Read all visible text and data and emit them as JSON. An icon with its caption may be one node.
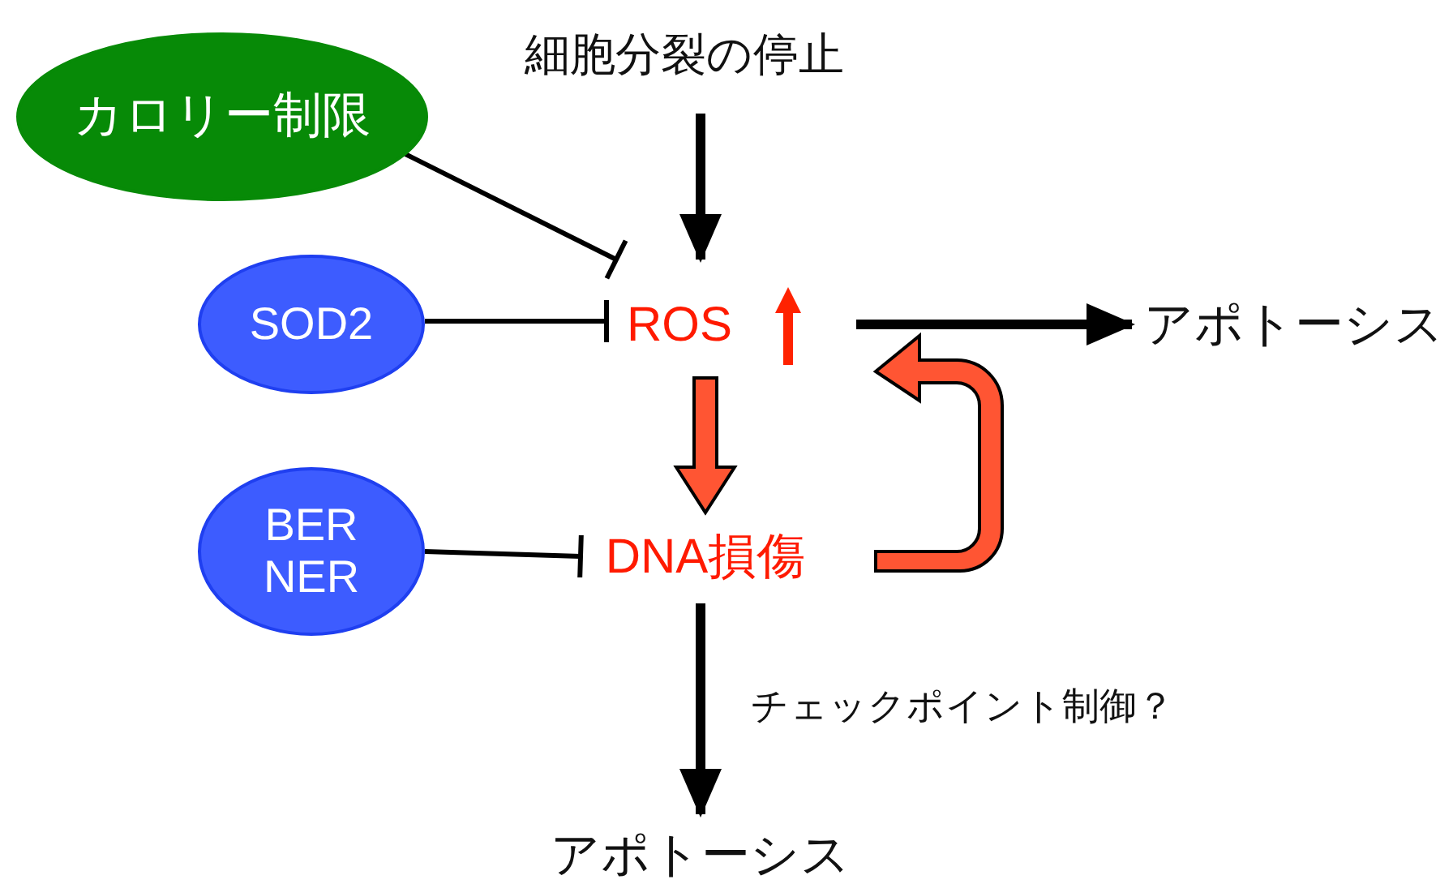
{
  "diagram": {
    "nodes": [
      {
        "text": [
          "カロリー制限"
        ]
      },
      {
        "text": [
          "細胞分裂の停止"
        ]
      },
      {
        "text": [
          "SOD2"
        ]
      },
      {
        "text": [
          "ROS"
        ]
      },
      {
        "text": [
          "アポトーシス"
        ]
      },
      {
        "text": [
          "BER NER"
        ]
      },
      {
        "text": [
          "DNA損傷"
        ]
      },
      {
        "text": [
          "アポトーシス"
        ]
      }
    ],
    "edges": [
      {
        "from": 0,
        "to": 3,
        "arrow": "other"
      },
      {
        "from": 1,
        "to": 3,
        "arrow": "to",
        "style": "thick"
      },
      {
        "from": 2,
        "to": 3,
        "arrow": "other"
      },
      {
        "from": 3,
        "to": 4,
        "arrow": "to",
        "style": "thick"
      },
      {
        "from": 3,
        "to": 6,
        "arrow": "to",
        "color": "#ff5533"
      },
      {
        "from": 6,
        "to": 3,
        "arrow": "to",
        "color": "#ff5533"
      },
      {
        "from": 5,
        "to": 6,
        "arrow": "other"
      },
      {
        "from": 6,
        "to": 7,
        "arrow": "to",
        "style": "thick",
        "label": "チェックポイント制御？"
      }
    ]
  }
}
